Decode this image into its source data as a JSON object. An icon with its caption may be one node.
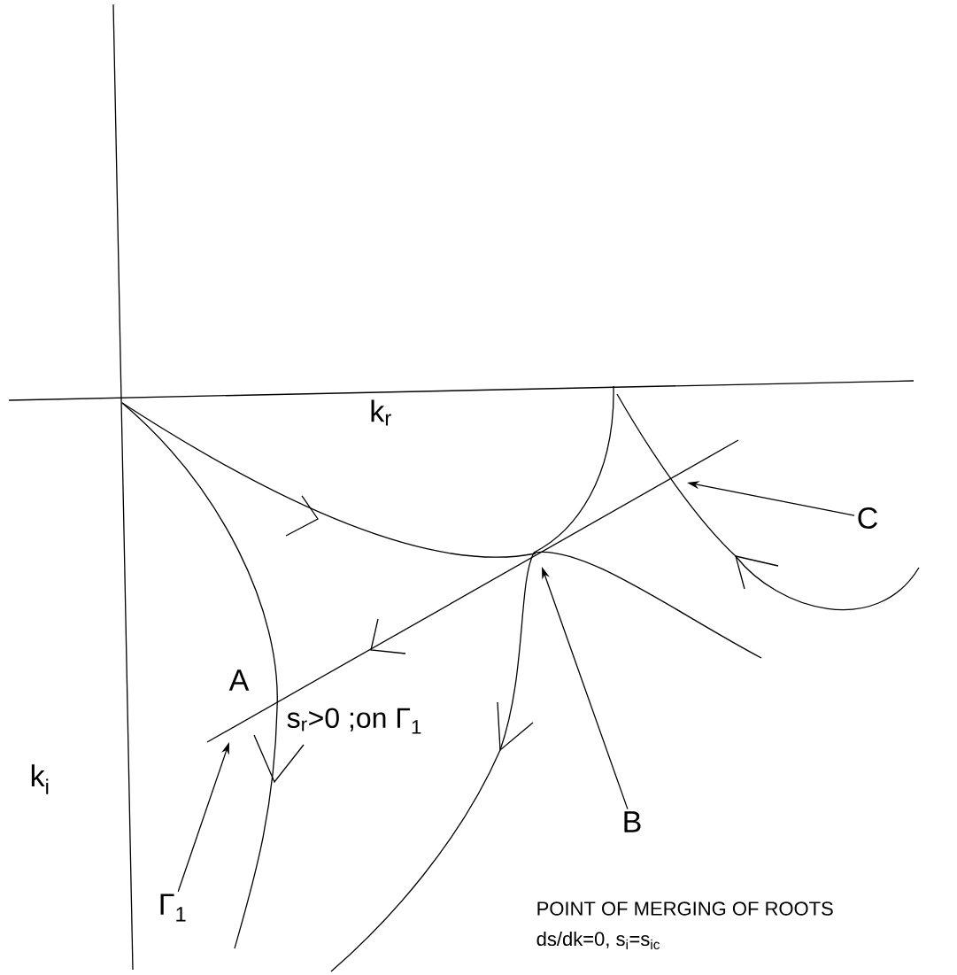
{
  "diagram": {
    "nodes": [
      {
        "text": [
          "C"
        ]
      },
      {
        "text": [
          "B"
        ]
      },
      {
        "text": [
          "Γ$_{1}$"
        ]
      }
    ],
    "edges": [
      {
        "from": 0,
        "to": null,
        "arrow": "to"
      },
      {
        "from": 1,
        "to": null,
        "arrow": "to"
      },
      {
        "from": 2,
        "to": null,
        "arrow": "to"
      }
    ],
    "labels": [
      "k$_{r}$",
      "A",
      "s$_{r}$>0 ;on Γ$_{1}$",
      "k$_{i}$",
      "POINT OF MERGING OF ROOTS",
      "ds/dk=0, s$_{i}$=s$_{ic}$"
    ]
  }
}
